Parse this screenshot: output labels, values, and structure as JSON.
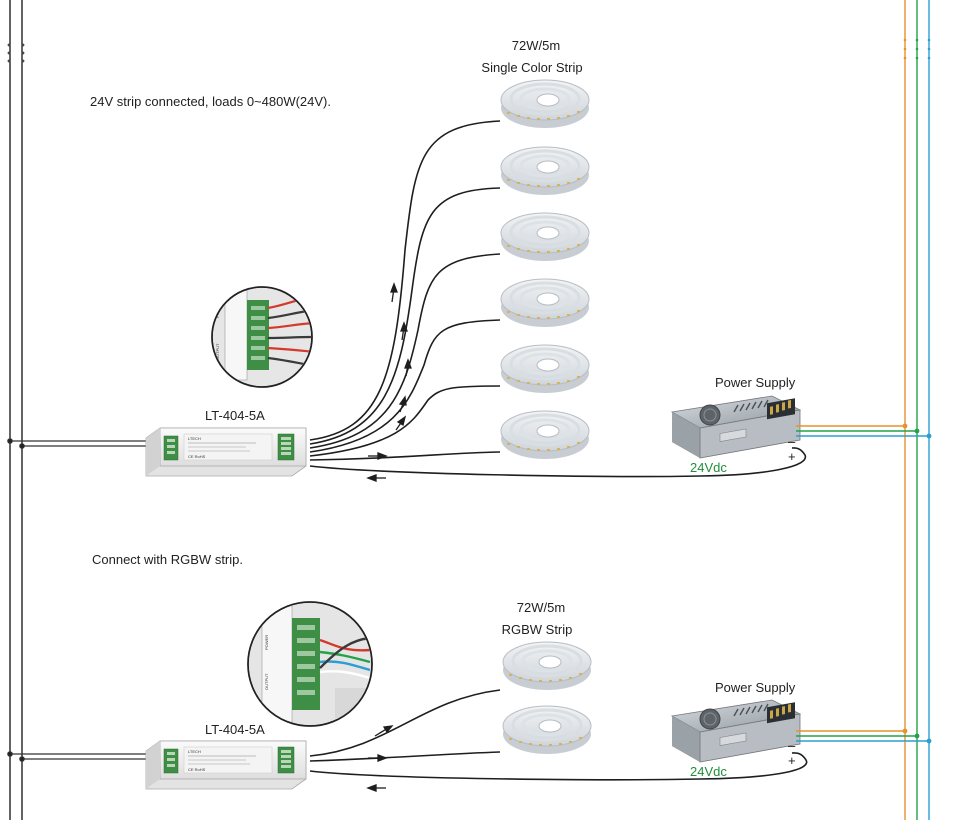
{
  "section_top": {
    "note": "24V strip connected, loads 0~480W(24V).",
    "strip_spec": "72W/5m",
    "strip_type": "Single Color Strip",
    "controller_model": "LT-404-5A",
    "psu_label": "Power Supply",
    "psu_voltage": "24Vdc"
  },
  "section_bottom": {
    "note": "Connect with RGBW strip.",
    "strip_spec": "72W/5m",
    "strip_type": "RGBW Strip",
    "controller_model": "LT-404-5A",
    "psu_label": "Power Supply",
    "psu_voltage": "24Vdc"
  },
  "device_print": {
    "brand": "LTECH",
    "certs": "CE  RoHS",
    "zoom_output": "OUTPUT",
    "zoom_power": "POWER"
  },
  "colors": {
    "bus_orange": "#e8912d",
    "bus_green": "#21a34a",
    "bus_blue": "#2a9fd0",
    "wire_dark": "#1e1e1e",
    "label_green": "#1f8f3a"
  }
}
